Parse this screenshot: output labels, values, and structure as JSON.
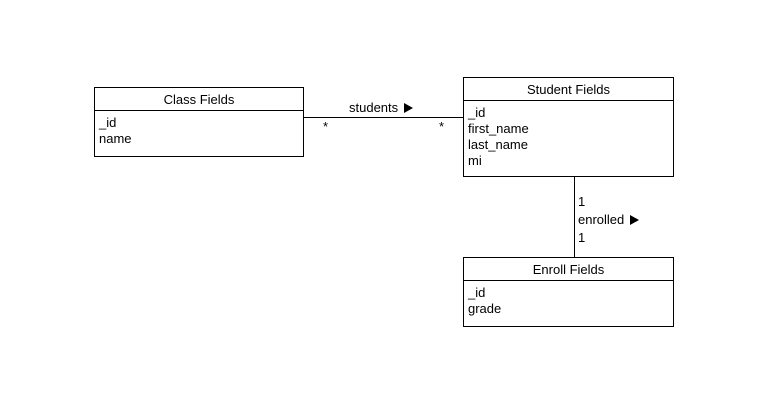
{
  "diagram": {
    "classes": {
      "class": {
        "title": "Class Fields",
        "fields": [
          "_id",
          "name"
        ]
      },
      "student": {
        "title": "Student Fields",
        "fields": [
          "_id",
          "first_name",
          "last_name",
          "mi"
        ]
      },
      "enroll": {
        "title": "Enroll Fields",
        "fields": [
          "_id",
          "grade"
        ]
      }
    },
    "associations": {
      "students": {
        "label": "students",
        "direction_icon": "triangle-right-icon",
        "source_multiplicity": "*",
        "target_multiplicity": "*"
      },
      "enrolled": {
        "label": "enrolled",
        "direction_icon": "triangle-right-icon",
        "source_multiplicity": "1",
        "target_multiplicity": "1"
      }
    }
  }
}
